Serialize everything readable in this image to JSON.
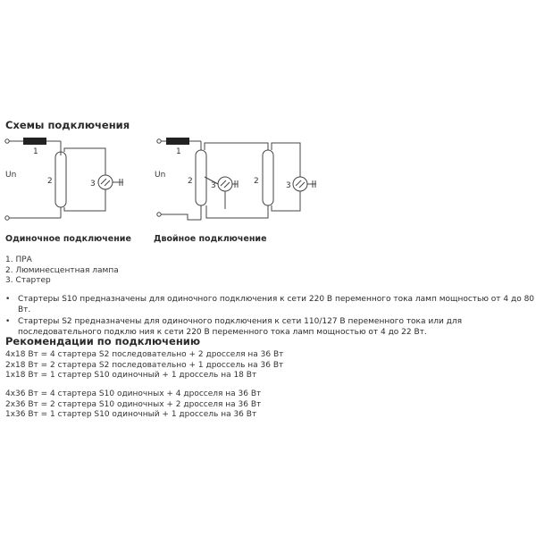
{
  "section_title": "Схемы подключения",
  "diagrams": {
    "single": {
      "caption": "Одиночное подключение",
      "un": "Un",
      "n1": "1",
      "n2": "2",
      "n3": "3"
    },
    "double": {
      "caption": "Двойное подключение",
      "un": "Un",
      "n1": "1",
      "n2a": "2",
      "n3a": "3",
      "n2b": "2",
      "n3b": "3"
    }
  },
  "legend": [
    "1. ПРА",
    "2. Люминесцентная лампа",
    "3. Стартер"
  ],
  "bullets": [
    "Стартеры S10 предназначены для одиночного подключения к сети 220 В переменного тока ламп мощностью от 4 до 80 Вт.",
    "Стартеры S2 предназначены для одиночного подключения к сети 110/127 В переменного тока или для последовательного подклю ния к сети 220 В переменного тока ламп мощностью от 4 до 22 Вт."
  ],
  "recommendations_title": "Рекомендации по подключению",
  "recommendations_group1": [
    "4x18 Вт = 4 стартера S2 последовательно + 2 дросселя на 36 Вт",
    "2x18 Вт = 2 стартера S2 последовательно + 1 дроссель на 36 Вт",
    "1x18 Вт = 1 стартер S10 одиночный + 1 дроссель на 18 Вт"
  ],
  "recommendations_group2": [
    "4x36 Вт = 4 стартера S10 одиночных + 4 дросселя на 36 Вт",
    "2x36 Вт = 2 стартера S10 одиночных + 2 дросселя на 36 Вт",
    "1x36 Вт = 1 стартер S10 одиночный + 1 дроссель на 36 Вт"
  ]
}
